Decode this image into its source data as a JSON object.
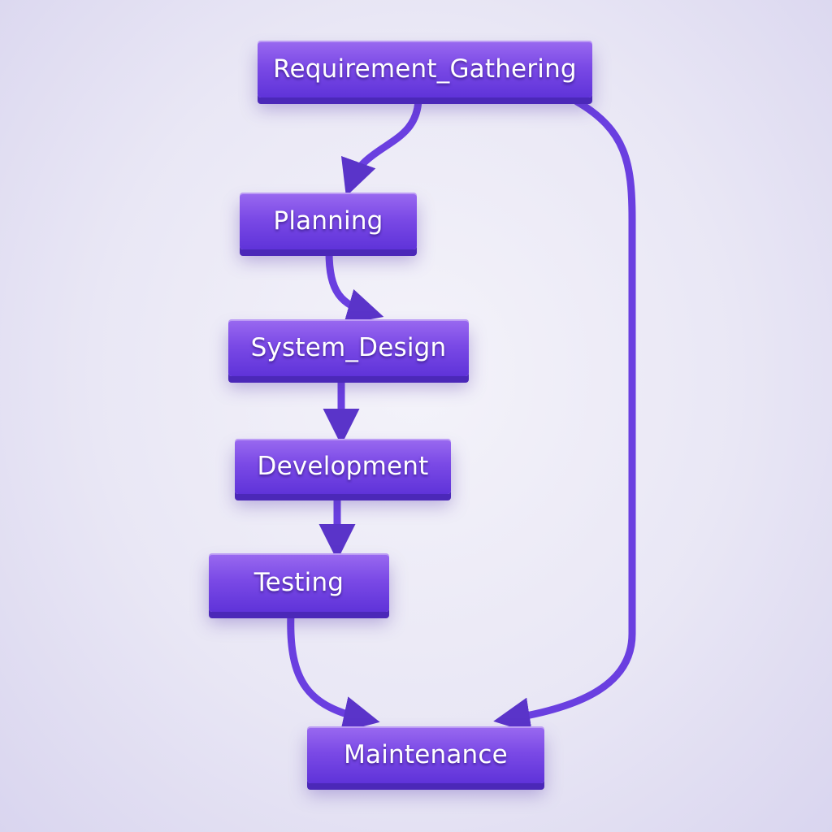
{
  "diagram": {
    "type": "flowchart",
    "colors": {
      "node": "#7b4ae6",
      "edge": "#6a3fe0",
      "background": "#eceaf6",
      "text": "#ffffff"
    },
    "nodes": [
      {
        "id": "req",
        "label": "Requirement_Gathering"
      },
      {
        "id": "plan",
        "label": "Planning"
      },
      {
        "id": "design",
        "label": "System_Design"
      },
      {
        "id": "dev",
        "label": "Development"
      },
      {
        "id": "test",
        "label": "Testing"
      },
      {
        "id": "maint",
        "label": "Maintenance"
      }
    ],
    "edges": [
      {
        "from": "req",
        "to": "plan"
      },
      {
        "from": "plan",
        "to": "design"
      },
      {
        "from": "design",
        "to": "dev"
      },
      {
        "from": "dev",
        "to": "test"
      },
      {
        "from": "test",
        "to": "maint"
      },
      {
        "from": "req",
        "to": "maint"
      }
    ]
  }
}
